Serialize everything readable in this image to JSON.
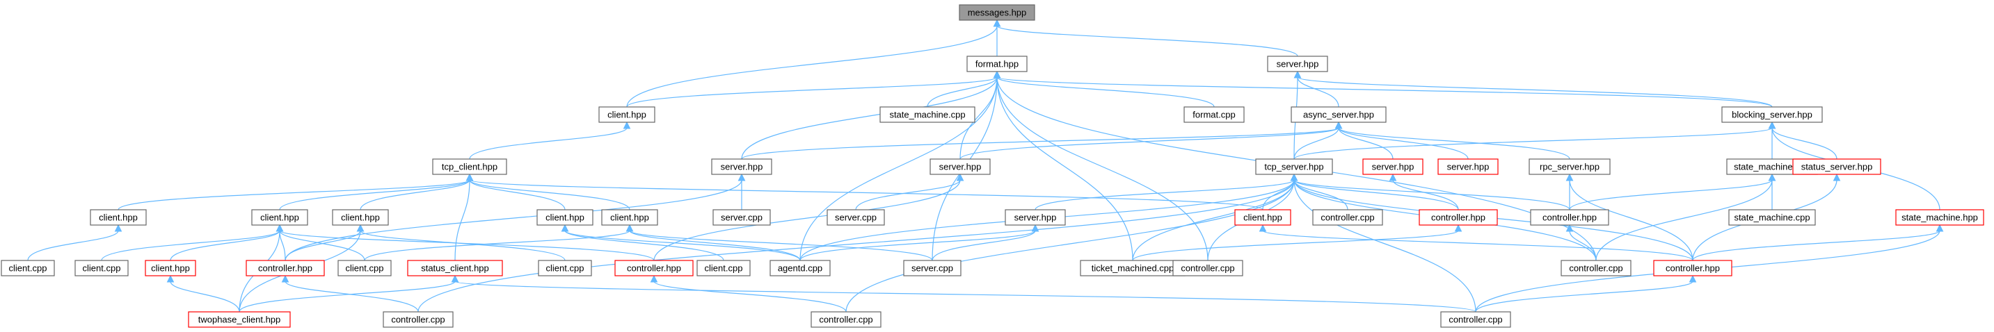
{
  "colors": {
    "edge": "#63b8ff",
    "normal_border": "#666666",
    "normal_fill": "#ffffff",
    "truncated_border": "#ff0000",
    "root_fill": "#999999",
    "root_border": "#666666"
  },
  "nodes": [
    {
      "id": "n0",
      "label": "messages.hpp",
      "style": "root"
    },
    {
      "id": "n1",
      "label": "format.hpp",
      "style": "normal"
    },
    {
      "id": "n2",
      "label": "server.hpp",
      "style": "normal"
    },
    {
      "id": "n3",
      "label": "client.hpp",
      "style": "normal"
    },
    {
      "id": "n4",
      "label": "state_machine.cpp",
      "style": "normal"
    },
    {
      "id": "n5",
      "label": "format.cpp",
      "style": "normal"
    },
    {
      "id": "n6",
      "label": "async_server.hpp",
      "style": "normal"
    },
    {
      "id": "n7",
      "label": "blocking_server.hpp",
      "style": "normal"
    },
    {
      "id": "n8",
      "label": "tcp_client.hpp",
      "style": "normal"
    },
    {
      "id": "n9",
      "label": "server.hpp",
      "style": "normal"
    },
    {
      "id": "n10",
      "label": "server.hpp",
      "style": "normal"
    },
    {
      "id": "n11",
      "label": "tcp_server.hpp",
      "style": "normal"
    },
    {
      "id": "n12",
      "label": "server.hpp",
      "style": "truncated"
    },
    {
      "id": "n13",
      "label": "server.hpp",
      "style": "truncated"
    },
    {
      "id": "n14",
      "label": "rpc_server.hpp",
      "style": "normal"
    },
    {
      "id": "n15",
      "label": "state_machine.hpp",
      "style": "normal"
    },
    {
      "id": "n16",
      "label": "status_server.hpp",
      "style": "truncated"
    },
    {
      "id": "n17",
      "label": "server.cpp",
      "style": "normal"
    },
    {
      "id": "n18",
      "label": "server.cpp",
      "style": "normal"
    },
    {
      "id": "n19",
      "label": "client.hpp",
      "style": "normal"
    },
    {
      "id": "n20",
      "label": "client.hpp",
      "style": "normal"
    },
    {
      "id": "n21",
      "label": "client.hpp",
      "style": "normal"
    },
    {
      "id": "n22",
      "label": "client.hpp",
      "style": "normal"
    },
    {
      "id": "n23",
      "label": "client.hpp",
      "style": "normal"
    },
    {
      "id": "n24",
      "label": "server.hpp",
      "style": "normal"
    },
    {
      "id": "n25",
      "label": "client.hpp",
      "style": "truncated"
    },
    {
      "id": "n26",
      "label": "controller.cpp",
      "style": "normal"
    },
    {
      "id": "n27",
      "label": "controller.hpp",
      "style": "truncated"
    },
    {
      "id": "n28",
      "label": "controller.hpp",
      "style": "normal"
    },
    {
      "id": "n29",
      "label": "state_machine.cpp",
      "style": "normal"
    },
    {
      "id": "n30",
      "label": "state_machine.hpp",
      "style": "truncated"
    },
    {
      "id": "n31",
      "label": "client.cpp",
      "style": "normal"
    },
    {
      "id": "n32",
      "label": "client.cpp",
      "style": "normal"
    },
    {
      "id": "n33",
      "label": "client.hpp",
      "style": "truncated"
    },
    {
      "id": "n34",
      "label": "controller.hpp",
      "style": "truncated"
    },
    {
      "id": "n35",
      "label": "client.cpp",
      "style": "normal"
    },
    {
      "id": "n36",
      "label": "status_client.hpp",
      "style": "truncated"
    },
    {
      "id": "n37",
      "label": "client.cpp",
      "style": "normal"
    },
    {
      "id": "n38",
      "label": "controller.hpp",
      "style": "truncated"
    },
    {
      "id": "n39",
      "label": "client.cpp",
      "style": "normal"
    },
    {
      "id": "n40",
      "label": "agentd.cpp",
      "style": "normal"
    },
    {
      "id": "n41",
      "label": "server.cpp",
      "style": "normal"
    },
    {
      "id": "n42",
      "label": "ticket_machined.cpp",
      "style": "normal"
    },
    {
      "id": "n43",
      "label": "controller.cpp",
      "style": "normal"
    },
    {
      "id": "n44",
      "label": "controller.cpp",
      "style": "normal"
    },
    {
      "id": "n45",
      "label": "controller.hpp",
      "style": "truncated"
    },
    {
      "id": "n46",
      "label": "twophase_client.hpp",
      "style": "truncated"
    },
    {
      "id": "n47",
      "label": "controller.cpp",
      "style": "normal"
    },
    {
      "id": "n48",
      "label": "controller.cpp",
      "style": "normal"
    },
    {
      "id": "n49",
      "label": "controller.cpp",
      "style": "normal"
    }
  ],
  "edges": [
    [
      "n1",
      "n0"
    ],
    [
      "n2",
      "n0"
    ],
    [
      "n3",
      "n0"
    ],
    [
      "n3",
      "n1"
    ],
    [
      "n4",
      "n1"
    ],
    [
      "n5",
      "n1"
    ],
    [
      "n7",
      "n1"
    ],
    [
      "n9",
      "n1"
    ],
    [
      "n10",
      "n1"
    ],
    [
      "n40",
      "n1"
    ],
    [
      "n42",
      "n1"
    ],
    [
      "n43",
      "n1"
    ],
    [
      "n44",
      "n1"
    ],
    [
      "n41",
      "n1"
    ],
    [
      "n6",
      "n2"
    ],
    [
      "n7",
      "n2"
    ],
    [
      "n11",
      "n2"
    ],
    [
      "n8",
      "n3"
    ],
    [
      "n9",
      "n6"
    ],
    [
      "n10",
      "n6"
    ],
    [
      "n11",
      "n6"
    ],
    [
      "n12",
      "n6"
    ],
    [
      "n13",
      "n6"
    ],
    [
      "n14",
      "n6"
    ],
    [
      "n11",
      "n7"
    ],
    [
      "n15",
      "n7"
    ],
    [
      "n16",
      "n7"
    ],
    [
      "n30",
      "n7"
    ],
    [
      "n19",
      "n8"
    ],
    [
      "n20",
      "n8"
    ],
    [
      "n21",
      "n8"
    ],
    [
      "n22",
      "n8"
    ],
    [
      "n23",
      "n8"
    ],
    [
      "n25",
      "n8"
    ],
    [
      "n36",
      "n8"
    ],
    [
      "n17",
      "n9"
    ],
    [
      "n34",
      "n9"
    ],
    [
      "n18",
      "n10"
    ],
    [
      "n38",
      "n10"
    ],
    [
      "n24",
      "n11"
    ],
    [
      "n25",
      "n11"
    ],
    [
      "n26",
      "n11"
    ],
    [
      "n27",
      "n11"
    ],
    [
      "n28",
      "n11"
    ],
    [
      "n42",
      "n11"
    ],
    [
      "n43",
      "n11"
    ],
    [
      "n45",
      "n11"
    ],
    [
      "n40",
      "n11"
    ],
    [
      "n47",
      "n11"
    ],
    [
      "n48",
      "n11"
    ],
    [
      "n49",
      "n11"
    ],
    [
      "n44",
      "n11"
    ],
    [
      "n27",
      "n12"
    ],
    [
      "n28",
      "n14"
    ],
    [
      "n45",
      "n14"
    ],
    [
      "n29",
      "n15"
    ],
    [
      "n28",
      "n15"
    ],
    [
      "n44",
      "n15"
    ],
    [
      "n45",
      "n16"
    ],
    [
      "n31",
      "n19"
    ],
    [
      "n32",
      "n20"
    ],
    [
      "n33",
      "n20"
    ],
    [
      "n34",
      "n20"
    ],
    [
      "n35",
      "n20"
    ],
    [
      "n38",
      "n20"
    ],
    [
      "n46",
      "n20"
    ],
    [
      "n34",
      "n21"
    ],
    [
      "n37",
      "n21"
    ],
    [
      "n46",
      "n21"
    ],
    [
      "n39",
      "n22"
    ],
    [
      "n40",
      "n22"
    ],
    [
      "n40",
      "n23"
    ],
    [
      "n35",
      "n23"
    ],
    [
      "n41",
      "n23"
    ],
    [
      "n40",
      "n24"
    ],
    [
      "n41",
      "n24"
    ],
    [
      "n45",
      "n25"
    ],
    [
      "n44",
      "n28"
    ],
    [
      "n42",
      "n27"
    ],
    [
      "n49",
      "n30"
    ],
    [
      "n45",
      "n30"
    ],
    [
      "n46",
      "n33"
    ],
    [
      "n47",
      "n34"
    ],
    [
      "n46",
      "n36"
    ],
    [
      "n49",
      "n36"
    ],
    [
      "n48",
      "n38"
    ],
    [
      "n49",
      "n45"
    ]
  ]
}
